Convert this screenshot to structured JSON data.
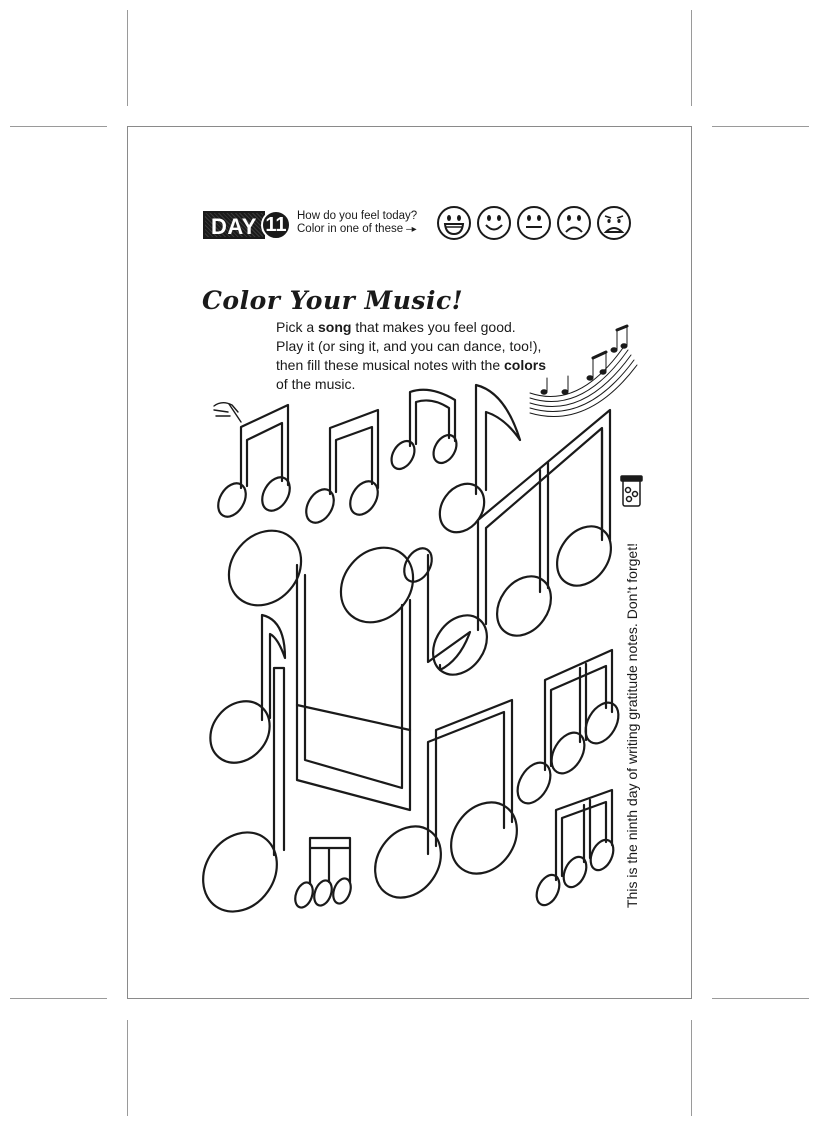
{
  "header": {
    "day_label": "DAY",
    "day_number": "11",
    "feel_question": "How do you feel today?",
    "feel_instruction": "Color in one of these",
    "faces": [
      "grinning-face-icon",
      "smiling-face-icon",
      "neutral-face-icon",
      "sad-face-icon",
      "upset-face-icon"
    ]
  },
  "activity": {
    "title": "Color Your Music!",
    "line1_pre": "Pick a ",
    "line1_bold": "song",
    "line1_post": " that makes you feel good.",
    "line2": "Play it (or sing it, and you can dance, too!),",
    "line3_pre": "then fill these musical notes with the ",
    "line3_bold": "colors",
    "line4": "of the music."
  },
  "sidebar": {
    "gratitude_note": "This is the ninth day of writing gratitude notes. Don’t forget!"
  },
  "colors": {
    "ink": "#1a1a1a",
    "crop_marks": "#9a9a9a",
    "page_border": "#8a8a8a"
  }
}
